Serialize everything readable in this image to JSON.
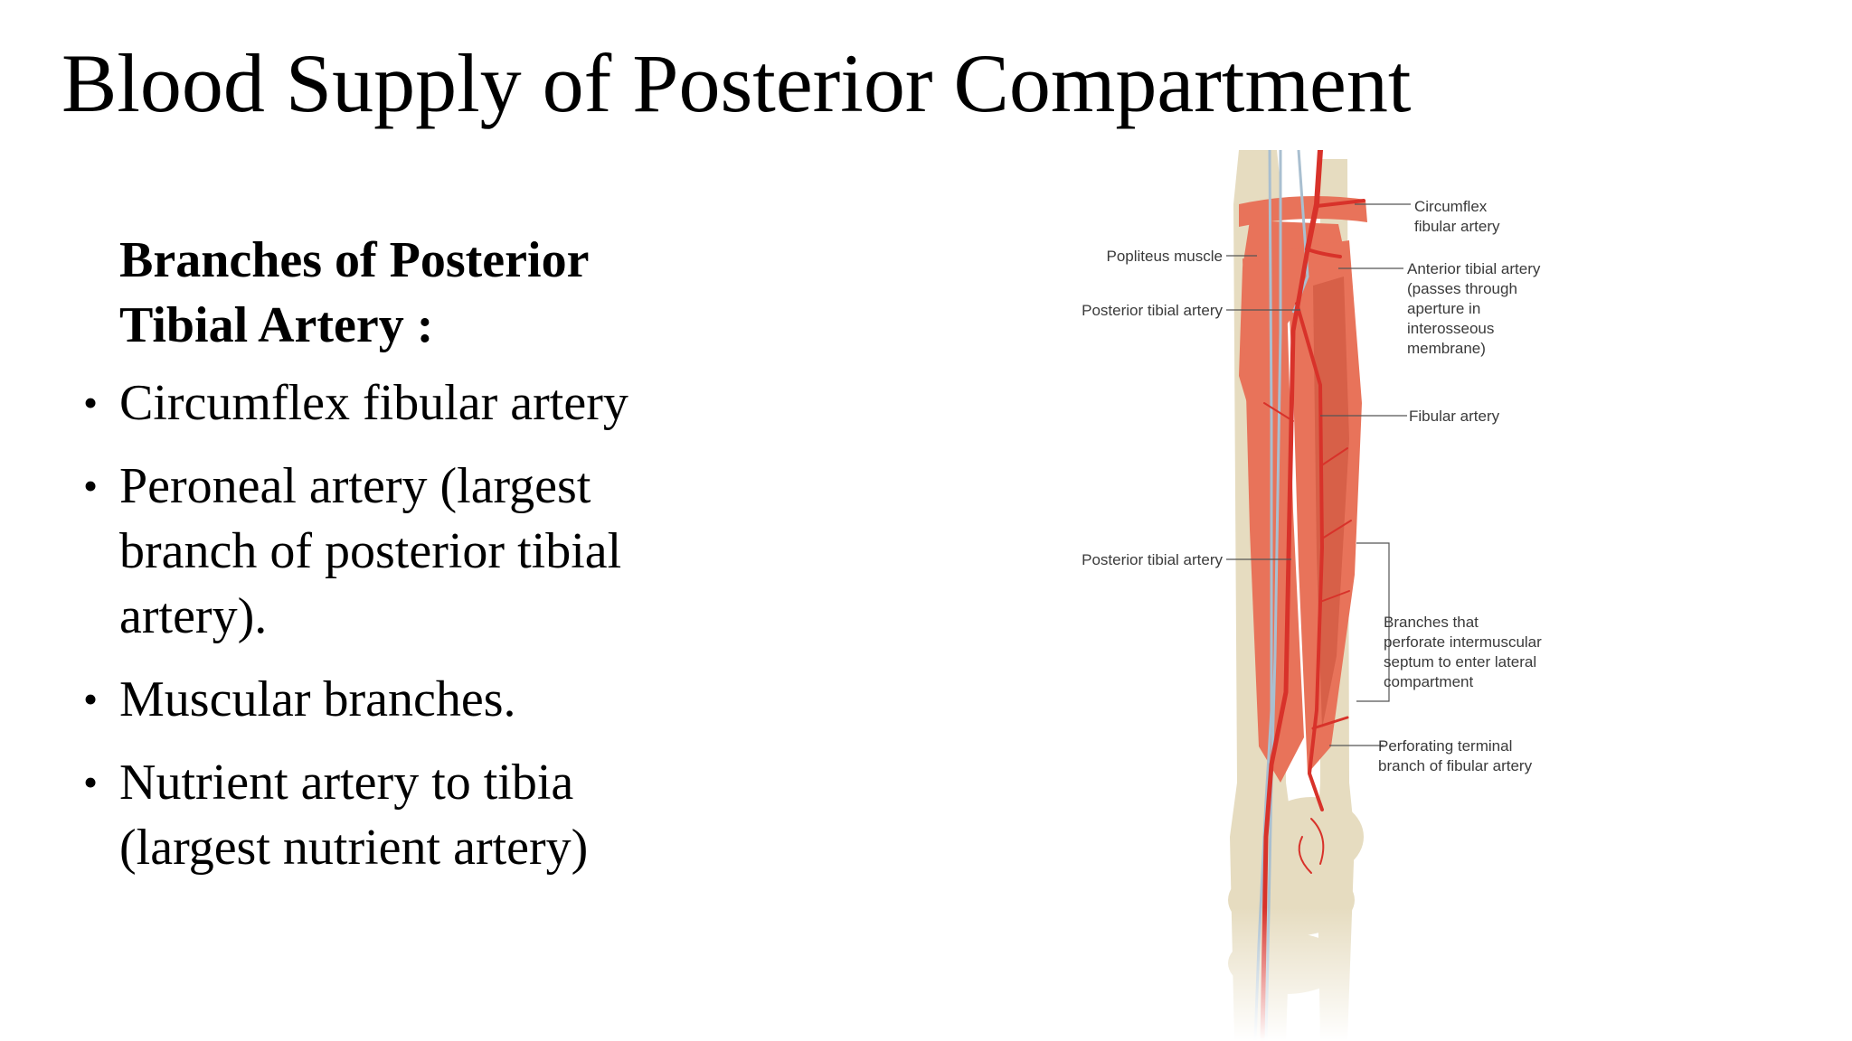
{
  "slide": {
    "title": "Blood Supply of Posterior Compartment",
    "subheading_line1": "Branches of Posterior",
    "subheading_line2": "Tibial Artery :",
    "bullets": [
      "Circumflex fibular artery",
      "Peroneal artery (largest branch of posterior tibial artery).",
      "Muscular branches.",
      "Nutrient artery to tibia (largest nutrient artery)"
    ],
    "bullet_symbol": "•"
  },
  "figure": {
    "labels": {
      "circumflex_1": "Circumflex",
      "circumflex_2": "fibular artery",
      "popliteus": "Popliteus muscle",
      "posterior_tibial_upper": "Posterior tibial artery",
      "anterior_tibial_1": "Anterior tibial artery",
      "anterior_tibial_2": "(passes through",
      "anterior_tibial_3": "aperture in",
      "anterior_tibial_4": "interosseous",
      "anterior_tibial_5": "membrane)",
      "fibular_artery": "Fibular artery",
      "posterior_tibial_lower": "Posterior tibial artery",
      "branches_1": "Branches that",
      "branches_2": "perforate intermuscular",
      "branches_3": "septum to enter lateral",
      "branches_4": "compartment",
      "perforating_1": "Perforating terminal",
      "perforating_2": "branch of fibular artery"
    },
    "colors": {
      "muscle": "#e8735a",
      "muscle_dark": "#c9503a",
      "artery": "#d8322a",
      "bone": "#e6dcc0",
      "nerve_vein": "#a9bfd0",
      "leader": "#555555"
    }
  }
}
